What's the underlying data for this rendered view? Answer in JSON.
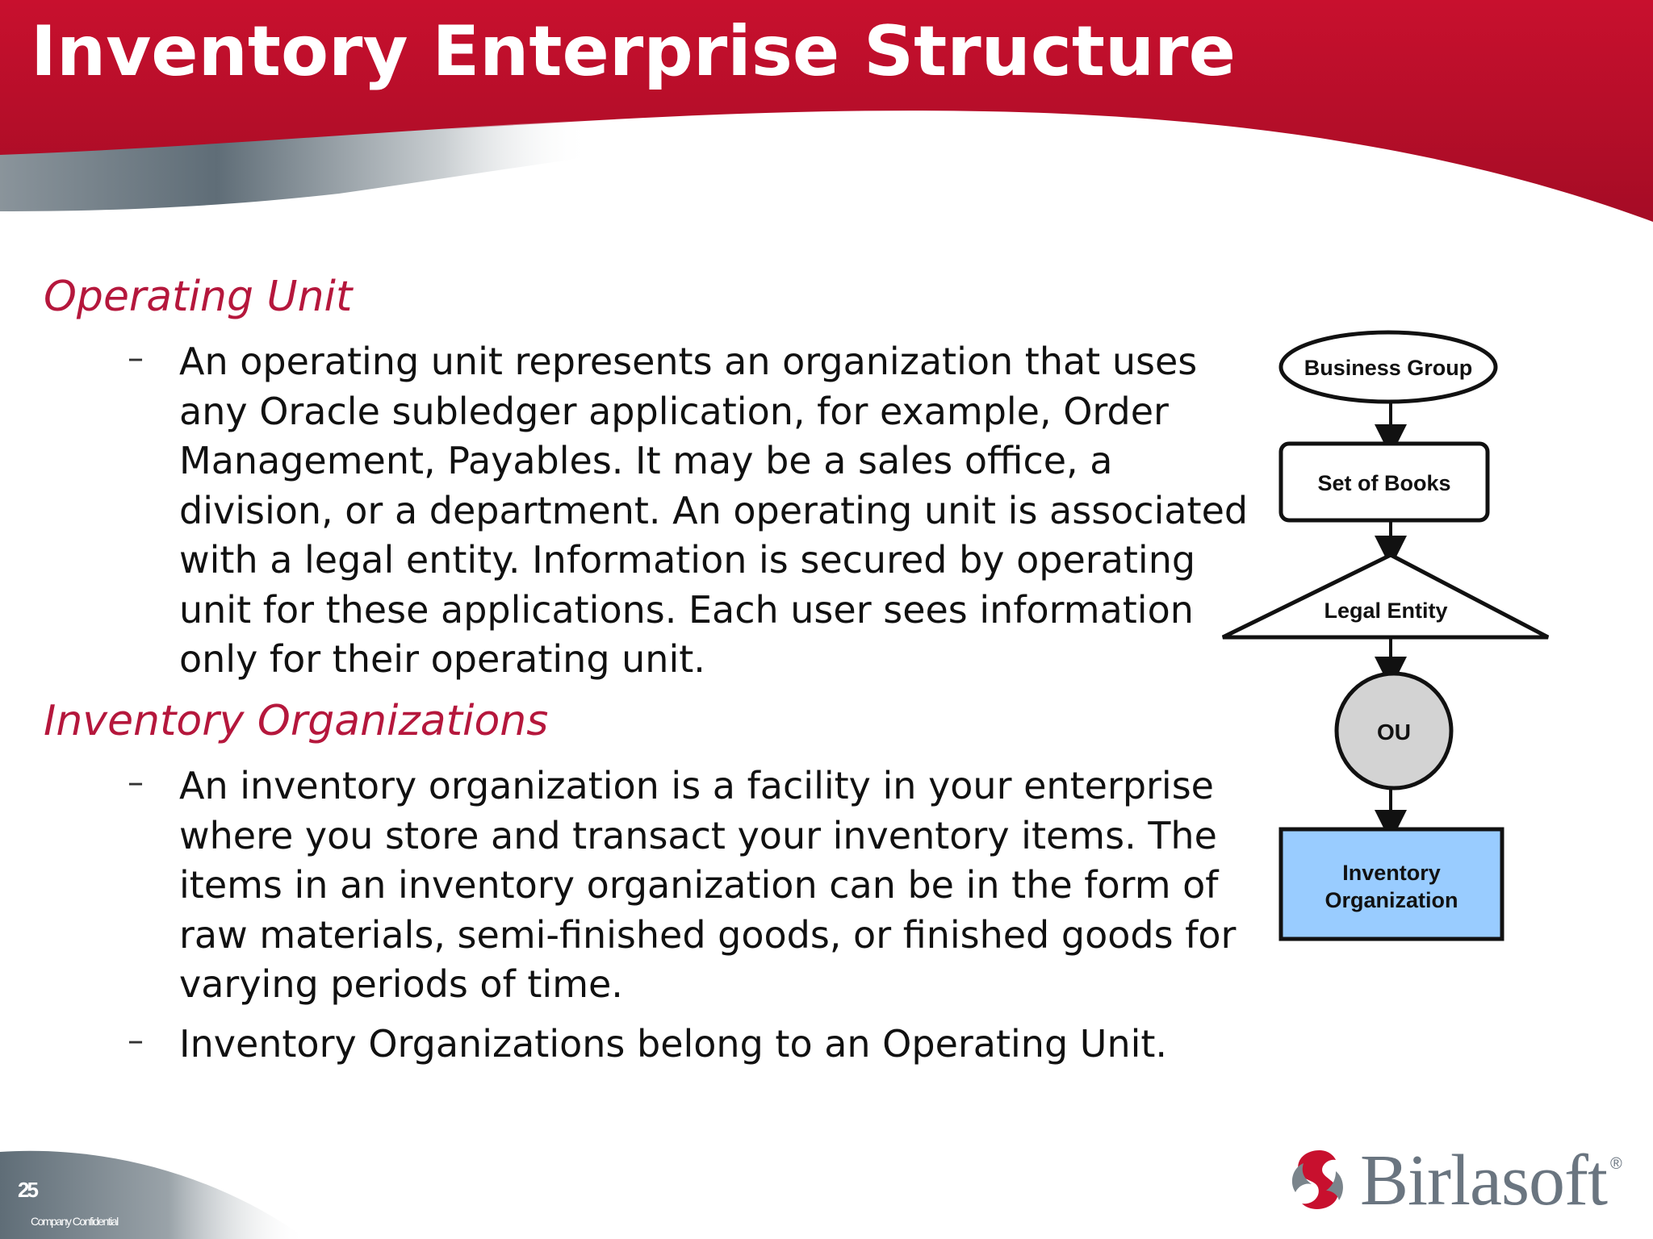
{
  "slide": {
    "title": "Inventory Enterprise Structure",
    "page_number": "25",
    "footer_note": "Company Confidential"
  },
  "sections": [
    {
      "heading": "Operating Unit",
      "bullets": [
        {
          "dash": "–",
          "lines": [
            "An operating unit represents an organization that uses",
            "any Oracle subledger application, for example, Order",
            "Management, Payables. It may be a sales office, a",
            "division, or a department. An operating unit is associated",
            "with a legal entity. Information is secured by operating",
            "unit for these applications. Each user sees information",
            "only for their operating unit."
          ]
        }
      ]
    },
    {
      "heading": "Inventory Organizations",
      "bullets": [
        {
          "dash": "–",
          "lines": [
            "An inventory organization is a facility in your enterprise",
            "where you store and transact your inventory items. The",
            "items in an inventory organization can be in the form of",
            "raw materials, semi-finished goods, or finished goods for",
            "varying periods of time."
          ]
        },
        {
          "dash": "–",
          "lines": [
            "Inventory Organizations belong to an Operating Unit."
          ]
        }
      ]
    }
  ],
  "diagram": {
    "nodes": [
      {
        "label": "Business Group",
        "shape": "ellipse"
      },
      {
        "label": "Set of Books",
        "shape": "rounded-rect"
      },
      {
        "label": "Legal Entity",
        "shape": "triangle"
      },
      {
        "label": "OU",
        "shape": "circle",
        "fill": "#d3d3d3"
      },
      {
        "label_line1": "Inventory",
        "label_line2": "Organization",
        "shape": "rect",
        "fill": "#99ccff"
      }
    ]
  },
  "logo": {
    "text": "Birlasoft",
    "registered": "®"
  },
  "colors": {
    "brand_red": "#c8102e",
    "heading_red": "#b5173c",
    "swoosh_gray": "#5f6d77",
    "ou_fill": "#d3d3d3",
    "inventory_fill": "#99ccff"
  }
}
